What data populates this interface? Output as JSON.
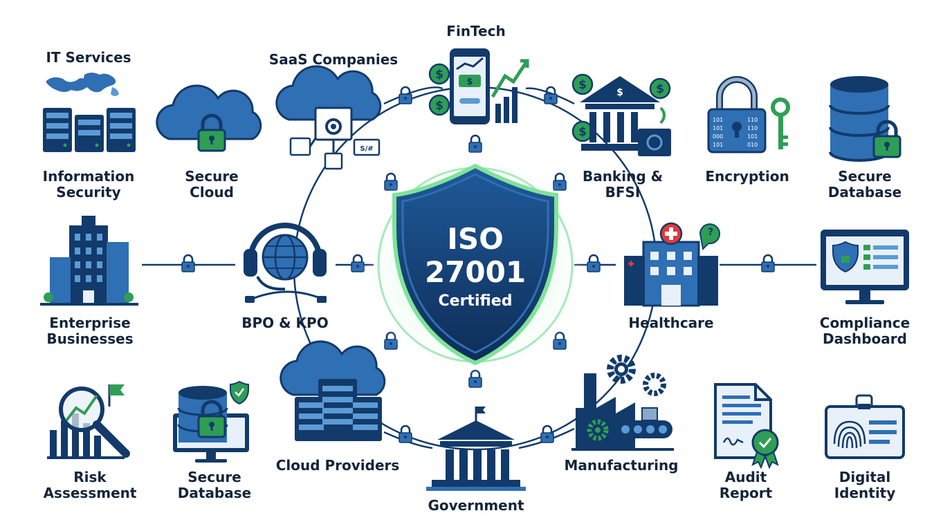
{
  "center": {
    "line1": "ISO",
    "line2": "27001",
    "line3": "Certified"
  },
  "labels": {
    "it_services": "IT Services",
    "information_security": [
      "Information",
      "Security"
    ],
    "secure_cloud": [
      "Secure",
      "Cloud"
    ],
    "saas_companies": "SaaS Companies",
    "fintech": "FinTech",
    "banking_bfsi": [
      "Banking &",
      "BFSI"
    ],
    "encryption": "Encryption",
    "secure_database_top": [
      "Secure",
      "Database"
    ],
    "enterprise_businesses": [
      "Enterprise",
      "Businesses"
    ],
    "bpo_kpo": "BPO & KPO",
    "healthcare": "Healthcare",
    "compliance_dashboard": [
      "Compliance",
      "Dashboard"
    ],
    "risk_assessment": [
      "Risk",
      "Assessment"
    ],
    "secure_database_bottom": [
      "Secure",
      "Database"
    ],
    "cloud_providers": "Cloud Providers",
    "government": "Government",
    "manufacturing": "Manufacturing",
    "audit_report": [
      "Audit",
      "Report"
    ],
    "digital_identity": [
      "Digital",
      "Identity"
    ]
  },
  "icon_text": {
    "code_tag": "S/#",
    "binary": [
      "101",
      "101",
      "000",
      "101"
    ],
    "binary_right": [
      "110",
      "110",
      "101",
      "010"
    ]
  },
  "colors": {
    "navy": "#123a6b",
    "blue": "#2f6fb3",
    "light_blue": "#5b9bd5",
    "green": "#2f9e55",
    "glow": "#8ee6a8"
  }
}
